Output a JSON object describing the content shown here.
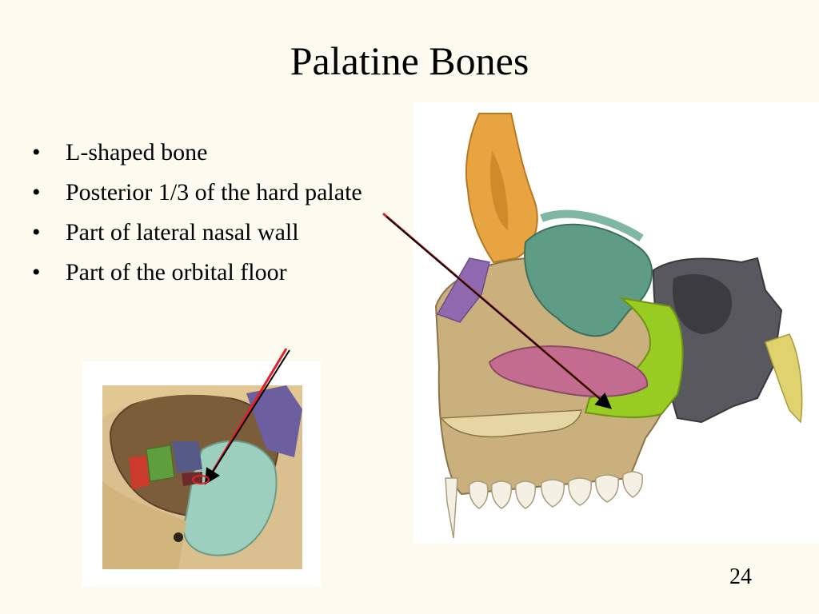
{
  "slide": {
    "title": "Palatine Bones",
    "page_number": "24"
  },
  "bullets": [
    {
      "marker": "•",
      "text": "L-shaped bone"
    },
    {
      "marker": "•",
      "text": "Posterior 1/3 of the hard palate"
    },
    {
      "marker": "•",
      "text": "Part of lateral nasal wall"
    },
    {
      "marker": "•",
      "text": "Part of the orbital floor"
    }
  ],
  "figures": {
    "lateral": {
      "subject": "sagittal section of nasal cavity and hard palate"
    },
    "orbit": {
      "subject": "orbit viewed from the front"
    }
  },
  "colors": {
    "background": "#fdfbef",
    "frontal_bone": "#e8a440",
    "nasal_bone": "#8f6ab0",
    "ethmoid": "#5e9c86",
    "sphenoid": "#58585e",
    "palatine": "#99cc22",
    "maxilla": "#c9b07c",
    "inferior_concha": "#c46b90",
    "vomer": "#e0d36e",
    "orbit_zygomatic": "#9ccfbd",
    "arrow_red": "#e0202a",
    "arrow_black": "#000000"
  }
}
